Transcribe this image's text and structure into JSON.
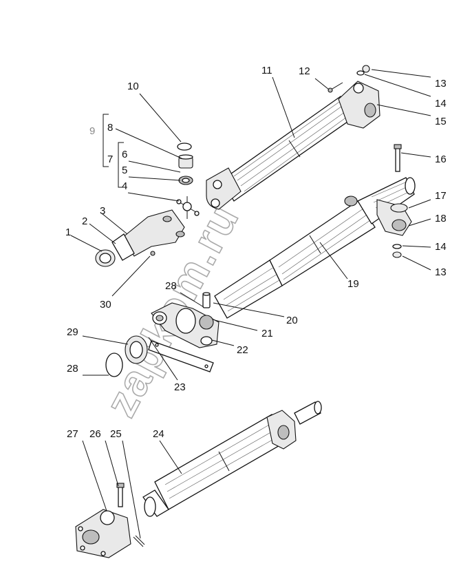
{
  "watermark": "zapkom.ru",
  "callouts": {
    "c1": "1",
    "c2": "2",
    "c3": "3",
    "c4": "4",
    "c5": "5",
    "c6": "6",
    "c7": "7",
    "c8": "8",
    "c9": "9",
    "c10": "10",
    "c11": "11",
    "c12": "12",
    "c13a": "13",
    "c14a": "14",
    "c15": "15",
    "c16": "16",
    "c17": "17",
    "c18": "18",
    "c14b": "14",
    "c13b": "13",
    "c19": "19",
    "c20": "20",
    "c21": "21",
    "c22": "22",
    "c23": "23",
    "c28a": "28",
    "c29": "29",
    "c28b": "28",
    "c30": "30",
    "c24": "24",
    "c25": "25",
    "c26": "26",
    "c27": "27"
  }
}
